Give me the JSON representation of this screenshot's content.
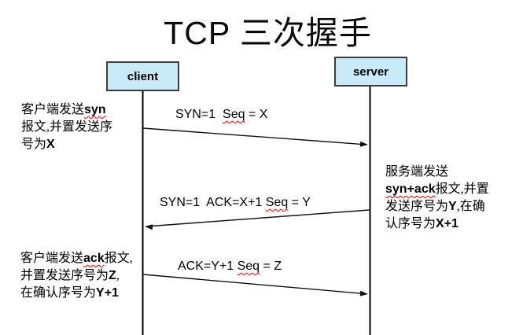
{
  "title": "TCP 三次握手",
  "actors": {
    "client_label": "client",
    "server_label": "server"
  },
  "messages": [
    {
      "pre": "SYN=1  ",
      "wavy": "Seq",
      "post": " = X"
    },
    {
      "pre": "SYN=1  ACK=X+1 ",
      "wavy": "Seq",
      "post": " = Y"
    },
    {
      "pre": "ACK=Y+1 ",
      "wavy": "Seq",
      "post": " = Z"
    }
  ],
  "annotations": {
    "client_syn": {
      "l1_pre": "客户端发送",
      "l1_em": "syn",
      "l2": "报文,并置发送序",
      "l3_pre": "号为",
      "l3_em": "X"
    },
    "server_synack": {
      "l1": "服务端发送",
      "l2_em": "syn+ack",
      "l2_post": "报文,并置",
      "l3_pre": "发送序号为",
      "l3_em": "Y",
      "l3_post": ",在确",
      "l4_pre": "认序号为",
      "l4_em": "X+1"
    },
    "client_ack": {
      "l1_pre": "客户端发送",
      "l1_em": "ack",
      "l1_post": "报文,",
      "l2_pre": "并置发送序号为",
      "l2_em": "Z",
      "l2_post": ",",
      "l3_pre": "在确认序号为",
      "l3_em": "Y+1"
    }
  },
  "colors": {
    "actor_box_fill": "#c8e9f8",
    "actor_box_border": "#3d3d3d",
    "line_color": "#111111",
    "wavy_underline": "#e00000"
  }
}
